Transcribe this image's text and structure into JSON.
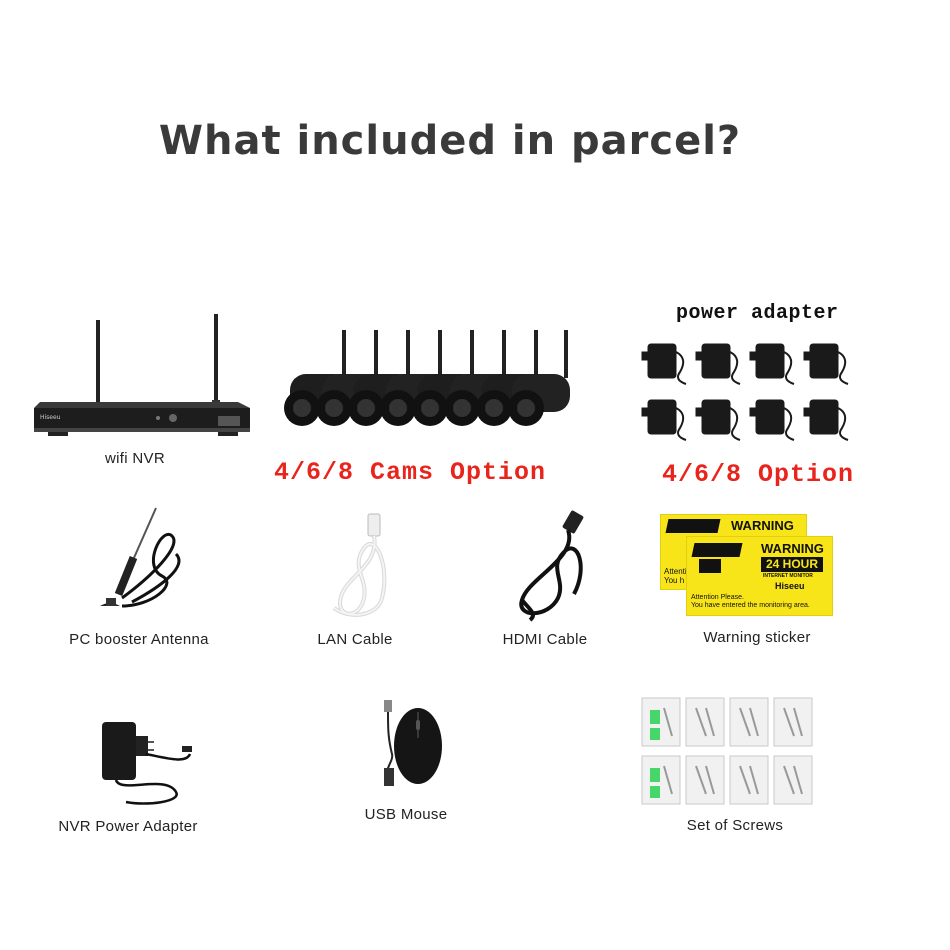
{
  "title": "What included in parcel?",
  "items": {
    "nvr": {
      "label": "wifi NVR",
      "brand": "Hiseeu"
    },
    "cams": {
      "option": "4/6/8 Cams Option"
    },
    "adapters": {
      "heading": "power adapter",
      "option": "4/6/8 Option"
    },
    "antenna": {
      "label": "PC booster Antenna"
    },
    "lan": {
      "label": "LAN Cable"
    },
    "hdmi": {
      "label": "HDMI Cable"
    },
    "sticker": {
      "label": "Warning sticker",
      "warning": "WARNING",
      "hours": "24 HOUR",
      "monitor": "INTERNET MONITOR",
      "attention": "Attention Please.",
      "message": "You have entered the monitoring area.",
      "brand": "Hiseeu",
      "back_attention": "Attention",
      "back_you": "You h"
    },
    "nvr_adapter": {
      "label": "NVR Power Adapter"
    },
    "mouse": {
      "label": "USB Mouse"
    },
    "screws": {
      "label": "Set of Screws"
    }
  },
  "colors": {
    "accent_red": "#e8241c",
    "sticker_yellow": "#f7e51a",
    "screw_green": "#46d66a"
  }
}
